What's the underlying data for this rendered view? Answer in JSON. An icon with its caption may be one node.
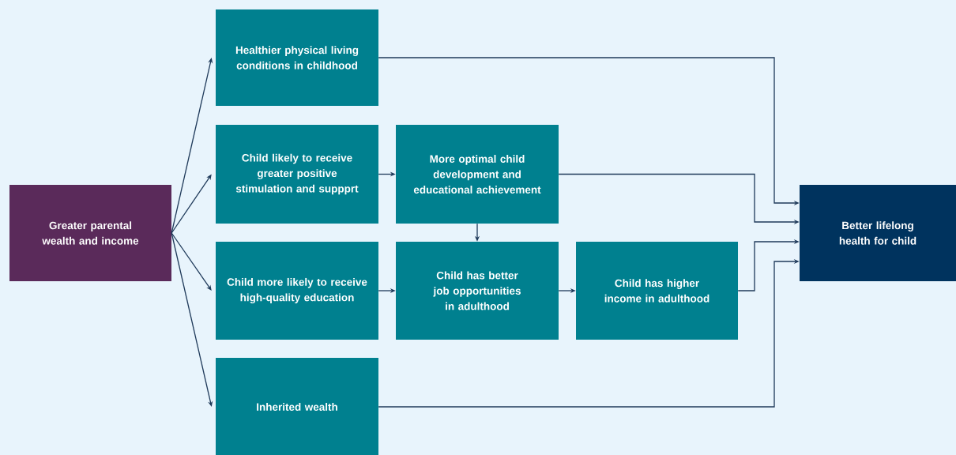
{
  "diagram": {
    "nodes": [
      {
        "text": [
          "Greater parental wealth and income"
        ]
      },
      {
        "text": [
          "Healthier physical living conditions in childhood"
        ]
      },
      {
        "text": [
          "Child likely to receive greater positive stimulation and suppprt"
        ]
      },
      {
        "text": [
          "More optimal child development and educational achievement"
        ]
      },
      {
        "text": [
          "Child more likely to receive high-quality education"
        ]
      },
      {
        "text": [
          "Child has better job opportunities in adulthood"
        ]
      },
      {
        "text": [
          "Child has higher income in adulthood"
        ]
      },
      {
        "text": [
          "Inherited wealth"
        ]
      },
      {
        "text": [
          "Better lifelong health for child"
        ]
      }
    ],
    "edges": [
      {
        "from": 0,
        "to": 1,
        "arrow": "to"
      },
      {
        "from": 0,
        "to": 2,
        "arrow": "to"
      },
      {
        "from": 0,
        "to": 4,
        "arrow": "to"
      },
      {
        "from": 0,
        "to": 7,
        "arrow": "to"
      },
      {
        "from": 2,
        "to": 3,
        "arrow": "to"
      },
      {
        "from": 3,
        "to": 5,
        "arrow": "to"
      },
      {
        "from": 4,
        "to": 5,
        "arrow": "to"
      },
      {
        "from": 5,
        "to": 6,
        "arrow": "to"
      },
      {
        "from": 1,
        "to": 8,
        "arrow": "to"
      },
      {
        "from": 3,
        "to": 8,
        "arrow": "to"
      },
      {
        "from": 6,
        "to": 8,
        "arrow": "to"
      },
      {
        "from": 7,
        "to": 8,
        "arrow": "to"
      }
    ]
  }
}
